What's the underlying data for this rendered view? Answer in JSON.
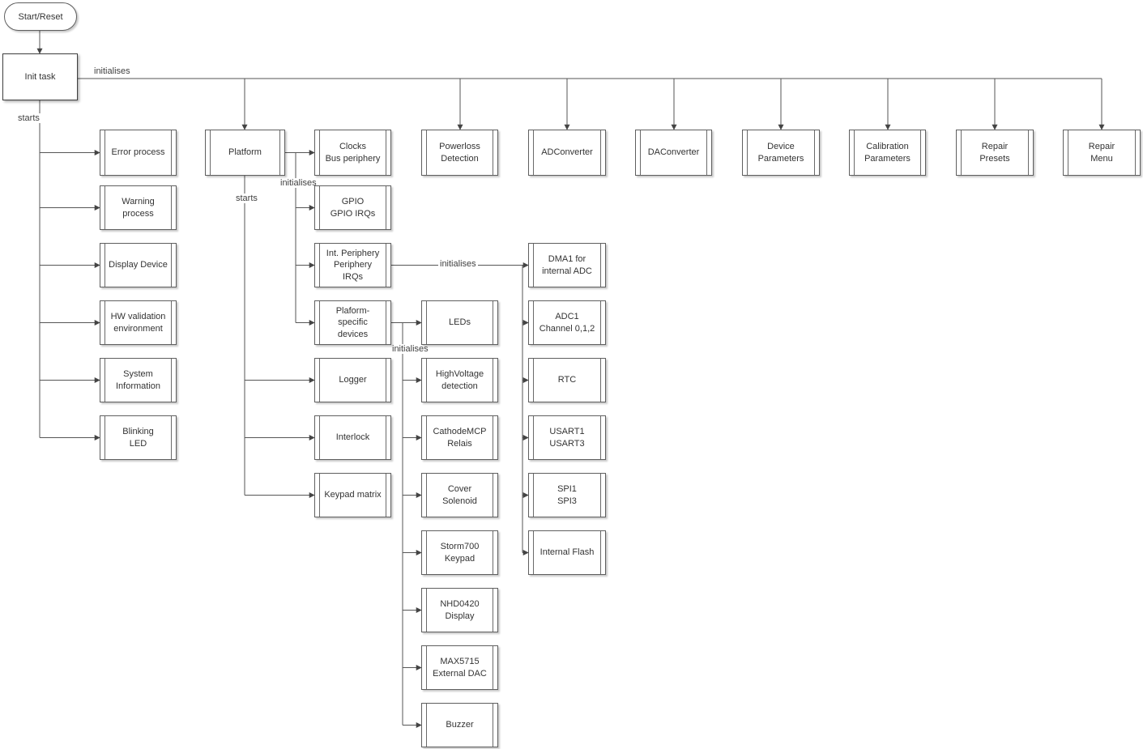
{
  "diagram": {
    "start": "Start/Reset",
    "init_task": "Init task",
    "edge_labels": {
      "init_initialises": "initialises",
      "init_starts": "starts",
      "platform_initialises": "initialises",
      "platform_starts": "starts",
      "periphery_initialises": "initialises",
      "devices_initialises": "initialises"
    },
    "nodes": {
      "error_process": "Error process",
      "warning_process": "Warning process",
      "display_device": "Display Device",
      "hw_validation": "HW validation\nenvironment",
      "system_information": "System\nInformation",
      "blinking_led": "Blinking\nLED",
      "platform": "Platform",
      "clocks": "Clocks\nBus periphery",
      "gpio": "GPIO\nGPIO IRQs",
      "int_periphery": "Int. Periphery\nPeriphery IRQs",
      "platform_specific": "Plaform-\nspecific\ndevices",
      "logger": "Logger",
      "interlock": "Interlock",
      "keypad_matrix": "Keypad matrix",
      "powerloss": "Powerloss\nDetection",
      "leds": "LEDs",
      "highvoltage": "HighVoltage\ndetection",
      "cathode_mcp": "CathodeMCP\nRelais",
      "cover_solenoid": "Cover\nSolenoid",
      "storm700": "Storm700\nKeypad",
      "nhd0420": "NHD0420\nDisplay",
      "max5715": "MAX5715\nExternal DAC",
      "buzzer": "Buzzer",
      "adconverter": "ADConverter",
      "dma1": "DMA1 for\ninternal ADC",
      "adc1": "ADC1\nChannel 0,1,2",
      "rtc": "RTC",
      "usart": "USART1\nUSART3",
      "spi": "SPI1\nSPI3",
      "internal_flash": "Internal Flash",
      "daconverter": "DAConverter",
      "device_parameters": "Device\nParameters",
      "calibration_parameters": "Calibration\nParameters",
      "repair_presets": "Repair\nPresets",
      "repair_menu": "Repair\nMenu"
    }
  }
}
